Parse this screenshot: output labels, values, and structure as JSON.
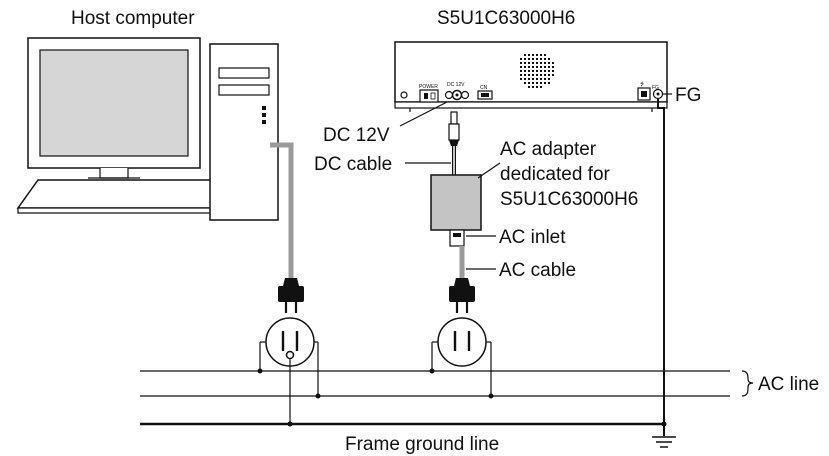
{
  "labels": {
    "host_computer": "Host computer",
    "device_model": "S5U1C63000H6",
    "fg": "FG",
    "dc_12v": "DC 12V",
    "dc_cable": "DC cable",
    "ac_adapter_line1": "AC adapter",
    "ac_adapter_line2": "dedicated for",
    "ac_adapter_line3": "S5U1C63000H6",
    "ac_inlet": "AC inlet",
    "ac_cable": "AC cable",
    "ac_line": "AC line",
    "frame_ground_line": "Frame ground line"
  },
  "panel_markings": {
    "power": "POWER",
    "dc_12v": "DC 12V",
    "cn": "CN",
    "fg": "FG"
  },
  "colors": {
    "line": "#111111",
    "cable_gray": "#9a9a9a",
    "adapter_gray": "#c4c4c4",
    "screen_gray": "#d6d6d6"
  }
}
